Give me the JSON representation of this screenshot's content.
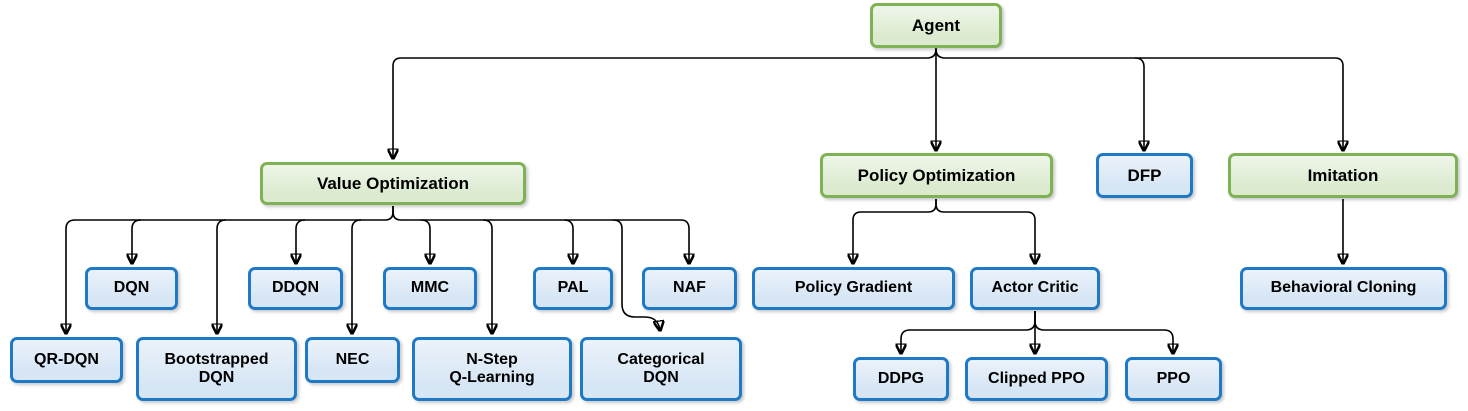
{
  "diagram": {
    "description": "Reinforcement learning agent taxonomy tree",
    "colors": {
      "background": "#ffffff",
      "line": "#000000",
      "green_border": "#7fb254",
      "green_fill": "#dcebd0",
      "blue_border": "#1e7ac6",
      "blue_fill": "#d7e6f5"
    },
    "nodes": [
      {
        "id": "agent",
        "label": "Agent",
        "style": "green"
      },
      {
        "id": "value-optimization",
        "label": "Value Optimization",
        "style": "green"
      },
      {
        "id": "policy-optimization",
        "label": "Policy Optimization",
        "style": "green"
      },
      {
        "id": "dfp",
        "label": "DFP",
        "style": "blue"
      },
      {
        "id": "imitation",
        "label": "Imitation",
        "style": "green"
      },
      {
        "id": "dqn",
        "label": "DQN",
        "style": "blue"
      },
      {
        "id": "ddqn",
        "label": "DDQN",
        "style": "blue"
      },
      {
        "id": "mmc",
        "label": "MMC",
        "style": "blue"
      },
      {
        "id": "pal",
        "label": "PAL",
        "style": "blue"
      },
      {
        "id": "naf",
        "label": "NAF",
        "style": "blue"
      },
      {
        "id": "qr-dqn",
        "label": "QR-DQN",
        "style": "blue"
      },
      {
        "id": "bootstrapped-dqn",
        "label": "Bootstrapped\nDQN",
        "style": "blue"
      },
      {
        "id": "nec",
        "label": "NEC",
        "style": "blue"
      },
      {
        "id": "n-step-q-learning",
        "label": "N-Step\nQ-Learning",
        "style": "blue"
      },
      {
        "id": "categorical-dqn",
        "label": "Categorical\nDQN",
        "style": "blue"
      },
      {
        "id": "policy-gradient",
        "label": "Policy Gradient",
        "style": "blue"
      },
      {
        "id": "actor-critic",
        "label": "Actor Critic",
        "style": "blue"
      },
      {
        "id": "ddpg",
        "label": "DDPG",
        "style": "blue"
      },
      {
        "id": "clipped-ppo",
        "label": "Clipped PPO",
        "style": "blue"
      },
      {
        "id": "ppo",
        "label": "PPO",
        "style": "blue"
      },
      {
        "id": "behavioral-cloning",
        "label": "Behavioral Cloning",
        "style": "blue"
      }
    ],
    "edges": [
      {
        "from": "agent",
        "to": "value-optimization"
      },
      {
        "from": "agent",
        "to": "policy-optimization"
      },
      {
        "from": "agent",
        "to": "dfp"
      },
      {
        "from": "agent",
        "to": "imitation"
      },
      {
        "from": "value-optimization",
        "to": "dqn"
      },
      {
        "from": "value-optimization",
        "to": "ddqn"
      },
      {
        "from": "value-optimization",
        "to": "mmc"
      },
      {
        "from": "value-optimization",
        "to": "pal"
      },
      {
        "from": "value-optimization",
        "to": "naf"
      },
      {
        "from": "value-optimization",
        "to": "qr-dqn"
      },
      {
        "from": "value-optimization",
        "to": "bootstrapped-dqn"
      },
      {
        "from": "value-optimization",
        "to": "nec"
      },
      {
        "from": "value-optimization",
        "to": "n-step-q-learning"
      },
      {
        "from": "value-optimization",
        "to": "categorical-dqn"
      },
      {
        "from": "policy-optimization",
        "to": "policy-gradient"
      },
      {
        "from": "policy-optimization",
        "to": "actor-critic"
      },
      {
        "from": "actor-critic",
        "to": "ddpg"
      },
      {
        "from": "actor-critic",
        "to": "clipped-ppo"
      },
      {
        "from": "actor-critic",
        "to": "ppo"
      },
      {
        "from": "imitation",
        "to": "behavioral-cloning"
      }
    ]
  }
}
